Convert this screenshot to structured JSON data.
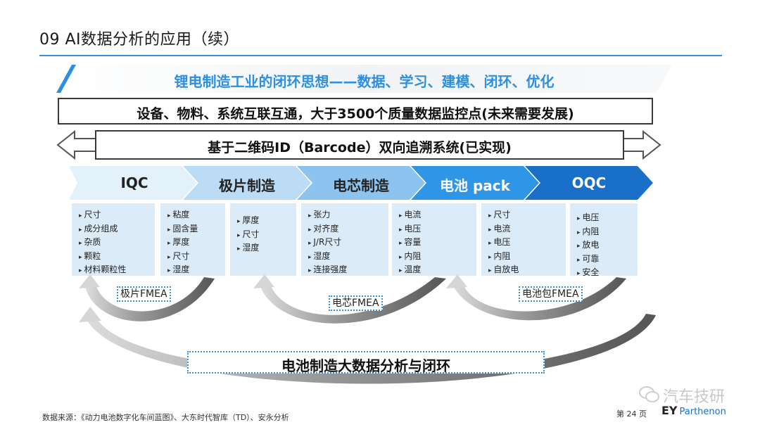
{
  "title": "09 AI数据分析的应用（续）",
  "banner": "锂电制造工业的闭环思想——数据、学习、建模、闭环、优化",
  "connect_box": "设备、物料、系统互联互通，大于3500个质量数据监控点(未来需要发展)",
  "trace_box": "基于二维码ID（Barcode）双向追溯系统(已实现)",
  "stages": [
    {
      "label": "IQC",
      "fill": "#e3f1fb",
      "text_color": "#222222"
    },
    {
      "label": "极片制造",
      "fill": "#bcdcf5",
      "text_color": "#222222"
    },
    {
      "label": "电芯制造",
      "fill": "#8cc4ef",
      "text_color": "#222222"
    },
    {
      "label": "电池 pack",
      "fill": "#2f95e6",
      "text_color": "#ffffff"
    },
    {
      "label": "OQC",
      "fill": "#1a6fc9",
      "text_color": "#ffffff"
    }
  ],
  "param_lists": [
    [
      "尺寸",
      "成分组成",
      "杂质",
      "颗粒",
      "材料颗粒性"
    ],
    [
      "粘度",
      "固含量",
      "厚度",
      "尺寸",
      "湿度"
    ],
    [
      "厚度",
      "尺寸",
      "湿度"
    ],
    [
      "张力",
      "对齐度",
      "J/R尺寸",
      "湿度",
      "连接强度"
    ],
    [
      "电流",
      "电压",
      "容量",
      "内阻",
      "温度"
    ],
    [
      "尺寸",
      "电流",
      "电压",
      "内阻",
      "自放电"
    ],
    [
      "电压",
      "内阻",
      "放电",
      "可靠",
      "安全"
    ]
  ],
  "fmea": [
    "极片FMEA",
    "电芯FMEA",
    "电池包FMEA"
  ],
  "big_loop": "电池制造大数据分析与闭环",
  "source": "数据来源：《动力电池数字化车间蓝图》、大东时代智库（TD）、安永分析",
  "page": "第 24 页",
  "watermark": "汽车技研",
  "logo": {
    "main": "EY",
    "sub": "Parthenon"
  },
  "colors": {
    "accent": "#3a8fd9",
    "banner_text": "#2d8fe0",
    "list_bg": "#dcebf8"
  }
}
